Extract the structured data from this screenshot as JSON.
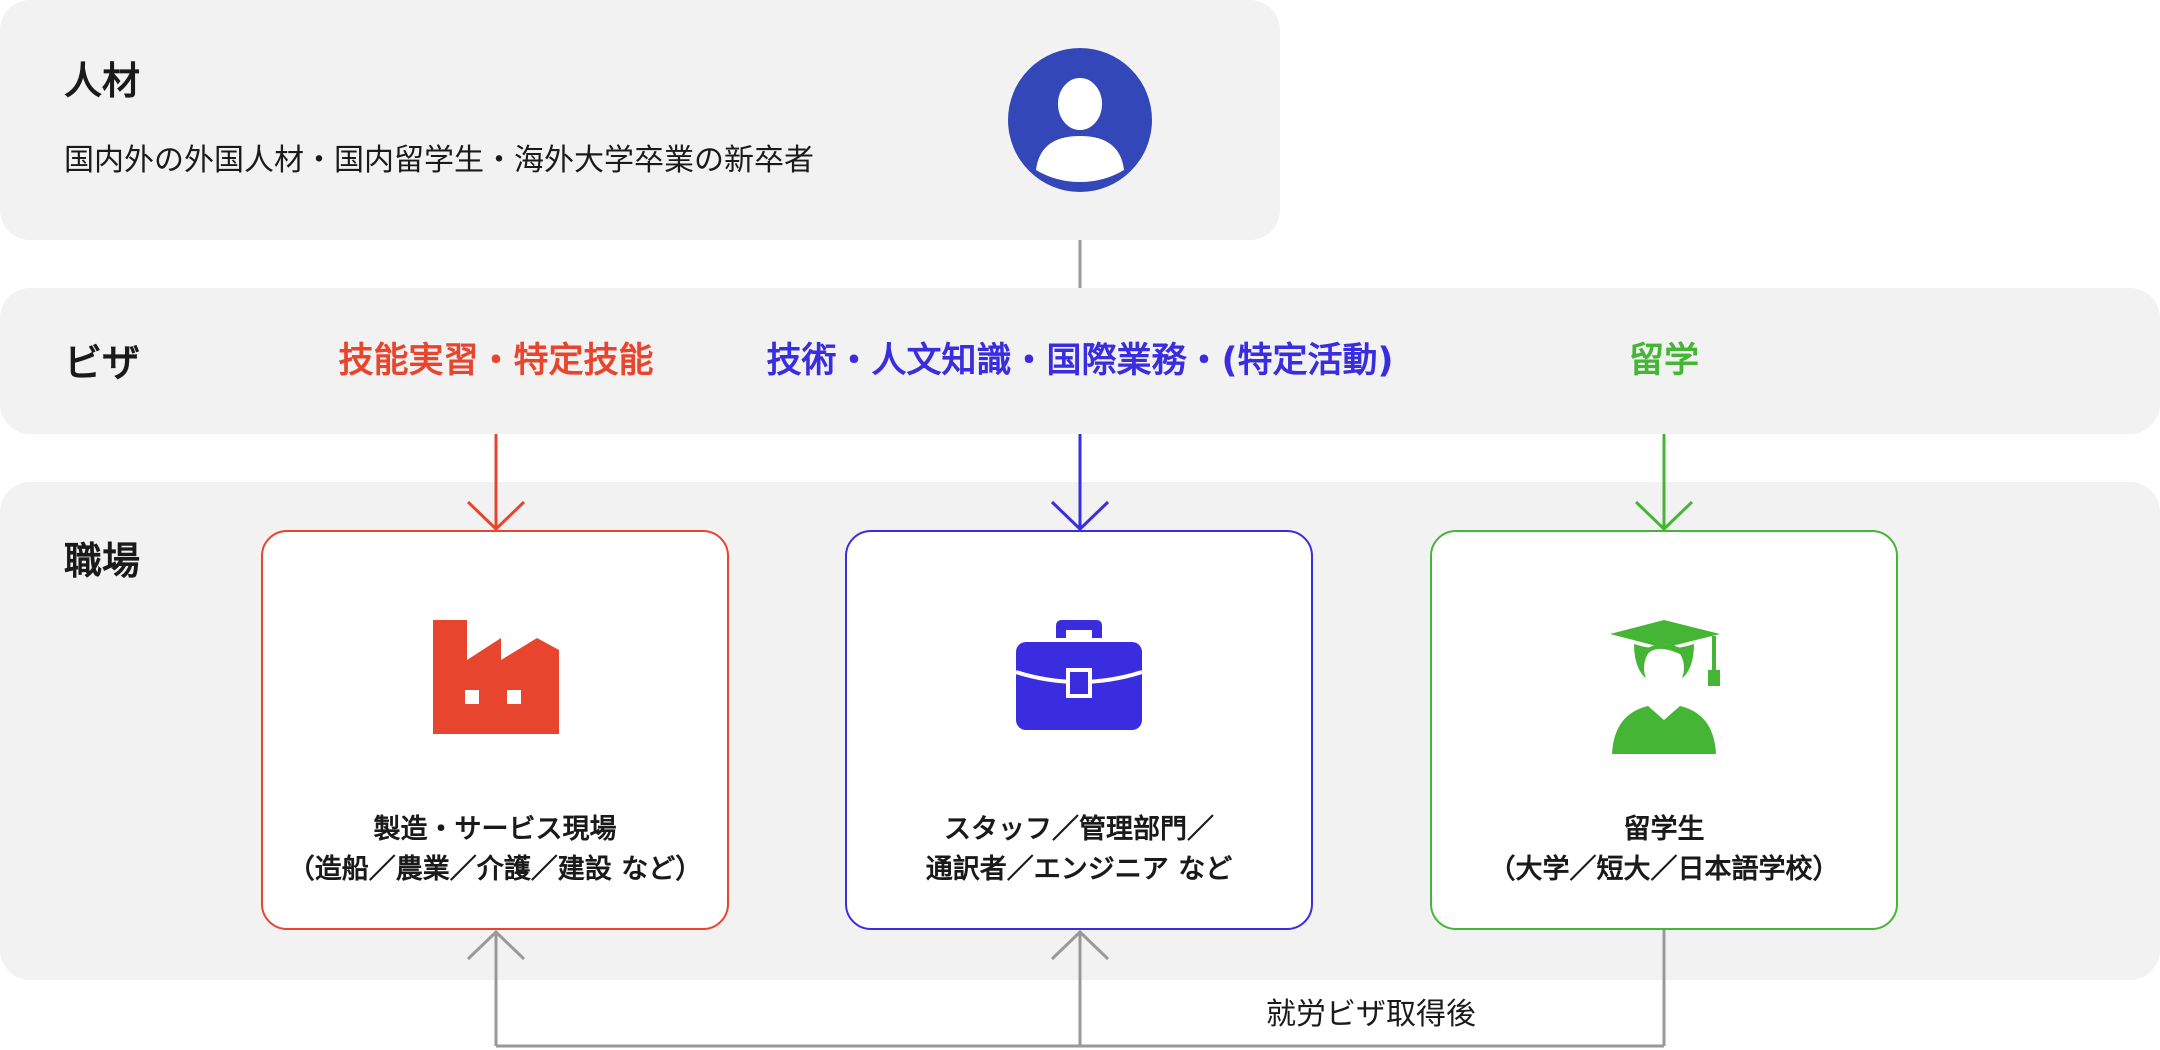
{
  "talent": {
    "label": "人材",
    "description": "国内外の外国人材・国内留学生・海外大学卒業の新卒者"
  },
  "visa": {
    "label": "ビザ",
    "categories": [
      {
        "label": "技能実習・特定技能",
        "color": "#e8452f"
      },
      {
        "label": "技術・人文知識・国際業務・(特定活動)",
        "color": "#3a2de0"
      },
      {
        "label": "留学",
        "color": "#45b535"
      }
    ]
  },
  "workplace": {
    "label": "職場",
    "cards": [
      {
        "icon": "factory-icon",
        "line1": "製造・サービス現場",
        "line2": "（造船／農業／介護／建設 など）"
      },
      {
        "icon": "briefcase-icon",
        "line1": "スタッフ／管理部門／",
        "line2": "通訳者／エンジニア など"
      },
      {
        "icon": "graduate-icon",
        "line1": "留学生",
        "line2": "（大学／短大／日本語学校）"
      }
    ]
  },
  "flow": {
    "after_visa_label": "就労ビザ取得後"
  },
  "colors": {
    "red": "#e8452f",
    "blue": "#3a2de0",
    "green": "#45b535",
    "avatar": "#3447b8",
    "connector": "#999999"
  }
}
